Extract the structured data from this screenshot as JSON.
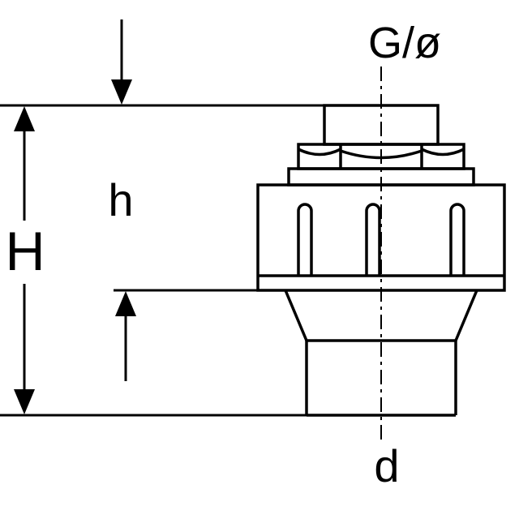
{
  "diagram": {
    "figure": "pipe-fitting-dimensional-drawing",
    "labels": {
      "thread": "G/ø",
      "partial_height": "h",
      "total_height": "H",
      "diameter": "d"
    },
    "colors": {
      "line": "#000000",
      "background": "#ffffff"
    }
  }
}
